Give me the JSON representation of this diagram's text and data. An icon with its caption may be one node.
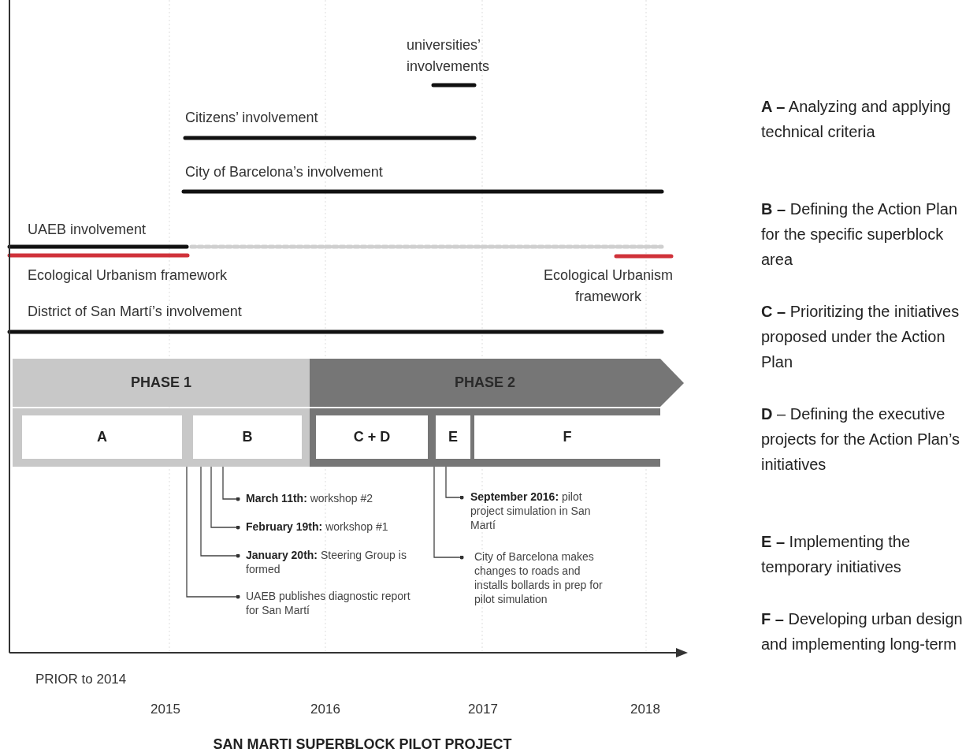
{
  "diagram": {
    "caption": "SAN MARTI SUPERBLOCK PILOT PROJECT",
    "nodes": [
      {
        "text": [
          "PHASE 1"
        ]
      },
      {
        "text": [
          "PHASE 2"
        ]
      },
      {
        "text": [
          "A"
        ],
        "in": 0
      },
      {
        "text": [
          "B"
        ],
        "in": 0
      },
      {
        "text": [
          "C + D"
        ],
        "in": 1
      },
      {
        "text": [
          "E"
        ],
        "in": 1
      },
      {
        "text": [
          "F"
        ],
        "in": 1
      },
      {
        "text": [
          "**March 11th:** workshop #2"
        ]
      },
      {
        "text": [
          "**February 19th:** workshop #1"
        ]
      },
      {
        "text": [
          "**January 20th:** Steering Group is formed"
        ]
      },
      {
        "text": [
          "UAEB publishes diagnostic report for San Martí"
        ]
      },
      {
        "text": [
          "**September 2016:** pilot project simulation in San Martí"
        ]
      },
      {
        "text": [
          "City of Barcelona makes changes to roads and installs bollards in prep for pilot simulation"
        ]
      }
    ],
    "edges": [
      {
        "from": 0,
        "to": 10,
        "arrow": "other"
      },
      {
        "from": 3,
        "to": 9,
        "arrow": "other"
      },
      {
        "from": 3,
        "to": 8,
        "arrow": "other"
      },
      {
        "from": 3,
        "to": 7,
        "arrow": "other"
      },
      {
        "from": 5,
        "to": 11,
        "arrow": "other"
      },
      {
        "from": 1,
        "to": 12,
        "arrow": "other"
      }
    ],
    "labels": [
      "universities’ involvements",
      "Citizens’ involvement",
      "City of Barcelona’s involvement",
      "UAEB involvement",
      "Ecological Urbanism framework",
      "Ecological Urbanism framework",
      "District of San Martí’s involvement",
      "PRIOR to 2014",
      "2015",
      "2016",
      "2017",
      "2018",
      "**A –** Analyzing and applying technical criteria",
      "**B –** Defining the Action Plan for the specific superblock area",
      "**C –** Prioritizing the initiatives proposed under the Action Plan",
      "**D** – Defining the executive projects for the Action Plan’s initiatives",
      "**E –** Implementing the temporary initiatives",
      "**F –** Developing urban design and implementing long-term"
    ]
  }
}
